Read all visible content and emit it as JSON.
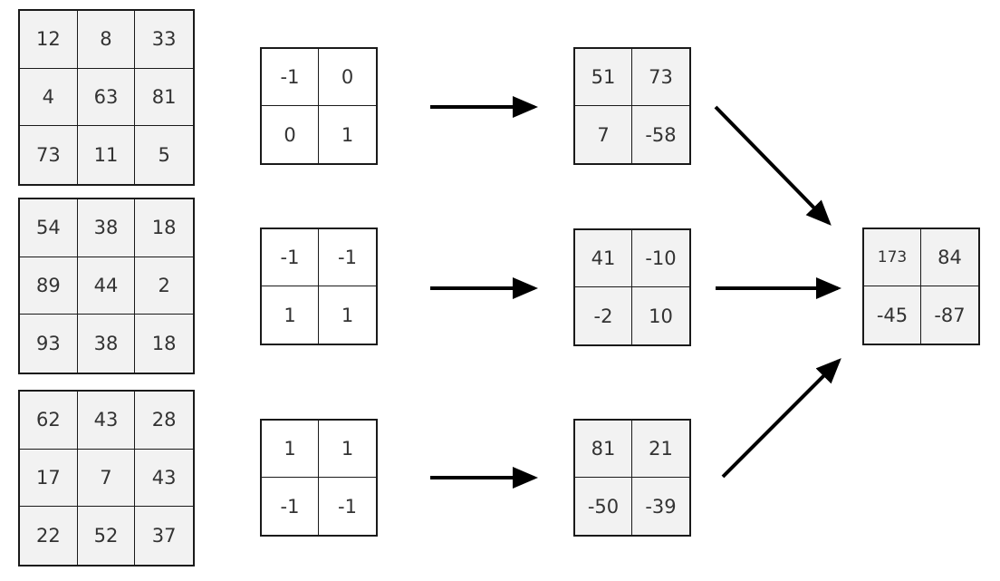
{
  "inputs": [
    [
      [
        "12",
        "8",
        "33"
      ],
      [
        "4",
        "63",
        "81"
      ],
      [
        "73",
        "11",
        "5"
      ]
    ],
    [
      [
        "54",
        "38",
        "18"
      ],
      [
        "89",
        "44",
        "2"
      ],
      [
        "93",
        "38",
        "18"
      ]
    ],
    [
      [
        "62",
        "43",
        "28"
      ],
      [
        "17",
        "7",
        "43"
      ],
      [
        "22",
        "52",
        "37"
      ]
    ]
  ],
  "kernels": [
    [
      [
        "-1",
        "0"
      ],
      [
        "0",
        "1"
      ]
    ],
    [
      [
        "-1",
        "-1"
      ],
      [
        "1",
        "1"
      ]
    ],
    [
      [
        "1",
        "1"
      ],
      [
        "-1",
        "-1"
      ]
    ]
  ],
  "results": [
    [
      [
        "51",
        "73"
      ],
      [
        "7",
        "-58"
      ]
    ],
    [
      [
        "41",
        "-10"
      ],
      [
        "-2",
        "10"
      ]
    ],
    [
      [
        "81",
        "21"
      ],
      [
        "-50",
        "-39"
      ]
    ]
  ],
  "final": [
    [
      "173",
      "84"
    ],
    [
      "-45",
      "-87"
    ]
  ],
  "colors": {
    "cell_fill": "#f2f2f2",
    "border": "#1a1a1a",
    "arrow": "#000000"
  }
}
